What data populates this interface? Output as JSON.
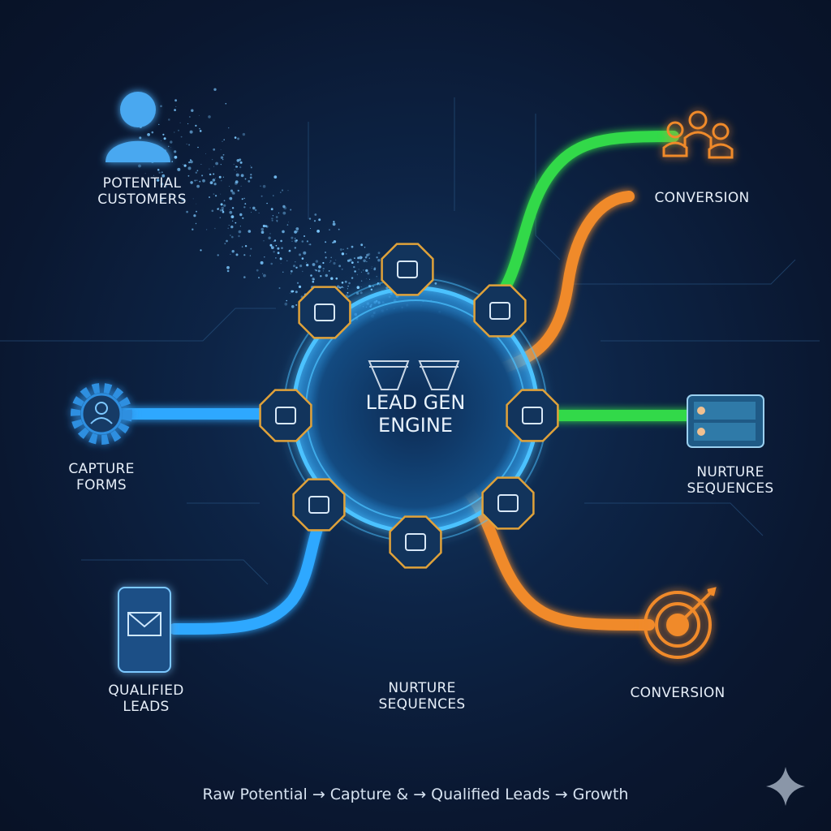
{
  "labels": {
    "potential_customers": [
      "POTENTIAL",
      "CUSTOMERS"
    ],
    "conversion_top": "CONVERSION",
    "capture_forms": [
      "CAPTURE",
      "FORMS"
    ],
    "nurture_right": [
      "NURTURE",
      "SEQUENCES"
    ],
    "qualified_leads": [
      "QUALIFIED",
      "LEADS"
    ],
    "nurture_bottom": [
      "NURTURE",
      "SEQUENCES"
    ],
    "conversion_bottom": "CONVERSION"
  },
  "center": {
    "line1": "LEAD GEN",
    "line2": "ENGINE"
  },
  "footer": "Raw Potential → Capture & → Qualified Leads → Growth",
  "colors": {
    "blue": "#2fa8ff",
    "green": "#33d94a",
    "orange": "#f08a2a",
    "hex_border": "#e0a23a"
  }
}
